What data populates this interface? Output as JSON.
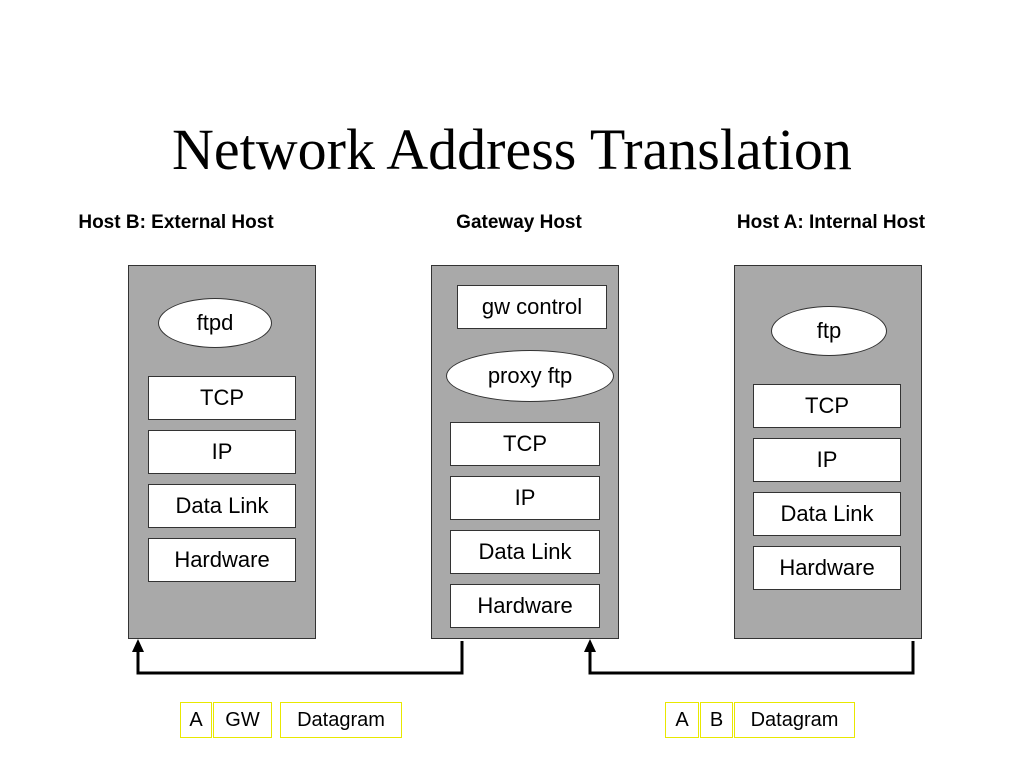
{
  "title": "Network Address Translation",
  "hosts": {
    "external": {
      "label": "Host B: External Host",
      "app": "ftpd",
      "layers": [
        "TCP",
        "IP",
        "Data Link",
        "Hardware"
      ]
    },
    "gateway": {
      "label": "Gateway Host",
      "control": "gw control",
      "app": "proxy ftp",
      "layers": [
        "TCP",
        "IP",
        "Data Link",
        "Hardware"
      ]
    },
    "internal": {
      "label": "Host A: Internal Host",
      "app": "ftp",
      "layers": [
        "TCP",
        "IP",
        "Data Link",
        "Hardware"
      ]
    }
  },
  "packets": {
    "left": {
      "src": "A",
      "dst": "GW",
      "payload": "Datagram"
    },
    "right": {
      "src": "A",
      "dst": "B",
      "payload": "Datagram"
    }
  },
  "colors": {
    "host_fill": "#a9a9a9",
    "packet_border": "#e8e800"
  }
}
